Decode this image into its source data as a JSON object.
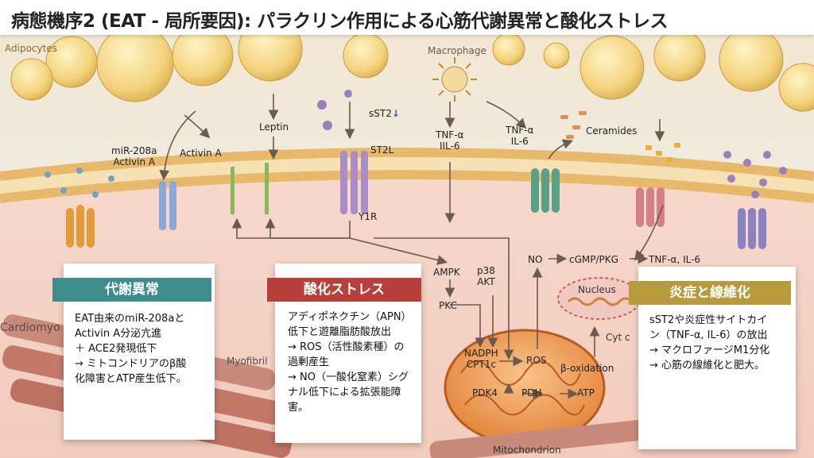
{
  "title": "病態機序2 (EAT - 局所要因): パラクリン作用による心筋代謝異常と酸化ストレス",
  "regions": {
    "adipocytes": "Adipocytes",
    "macrophage": "Macrophage",
    "cardiomyocyte": "Cardiomyo",
    "myofibril": "Myofibril",
    "mitochondrion": "Mitochondrion",
    "nucleus": "Nucleus",
    "cytc": "Cyt c"
  },
  "molecules": {
    "mir208a": "miR-208a\nActivin A",
    "activin": "Activin A",
    "leptin": "Leptin",
    "sst2": "sST2",
    "st2l": "ST2L",
    "y1r": "Y1R",
    "tnf_il6_a": "TNF-α\nIIL-6",
    "tnf_il6_b": "TNF-α\nIL-6",
    "ceramides": "Ceramides",
    "ampk": "AMPK",
    "p38akt": "p38\nAKT",
    "pkc": "PKC",
    "no": "NO",
    "cgmp": "cGMP/PKG",
    "tnf_il6_c": "TNF-α, IL-6",
    "nadph": "NADPH\nCPT1c",
    "ros": "ROS",
    "beta_ox": "β-oxidation",
    "pdk4": "PDK4",
    "pdh": "PDH",
    "atp": "ATP"
  },
  "cards": {
    "metabolic": {
      "heading": "代謝異常",
      "body": "EAT由来のmiR-208aと\nActivin A分泌亢進\n＋ ACE2発現低下\n→ ミトコンドリアのβ酸\n化障害とATP産生低下。"
    },
    "oxidative": {
      "heading": "酸化ストレス",
      "body": "アディポネクチン（APN）\n低下と遊離脂肪酸放出\n→ ROS（活性酸素種）の\n    過剰産生\n→ NO（一酸化窒素）シグ\nナル低下による拡張能障\n害。"
    },
    "inflammation": {
      "heading": "炎症と線維化",
      "body": "sST2や炎症性サイトカイ\nン（TNF-α, IL-6）の放出\n→ マクロファージM1分化\n→ 心筋の線維化と肥大。"
    }
  },
  "colors": {
    "teal": "#3f8c8c",
    "red": "#b8403a",
    "gold": "#b89a3e",
    "membrane": "#e8b96a",
    "mito": "#e48a3c"
  }
}
